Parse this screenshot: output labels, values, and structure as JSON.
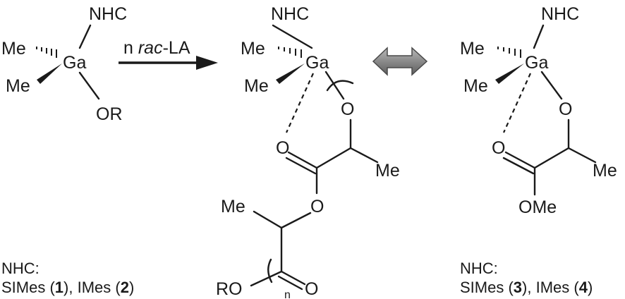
{
  "labels": {
    "nhc": "NHC",
    "ga": "Ga",
    "me": "Me",
    "or": "OR",
    "o": "O",
    "ome": "OMe",
    "ro": "RO",
    "n_sub": "n"
  },
  "arrow": {
    "n": "n ",
    "rac": "rac",
    "la": "-LA"
  },
  "captions": {
    "left": {
      "line1": "NHC:",
      "simes": "SIMes (",
      "num1": "1",
      "mid": "), IMes (",
      "num2": "2",
      "end": ")"
    },
    "right": {
      "line1": "NHC:",
      "simes": "SIMes (",
      "num1": "3",
      "mid": "), IMes (",
      "num2": "4",
      "end": ")"
    }
  }
}
